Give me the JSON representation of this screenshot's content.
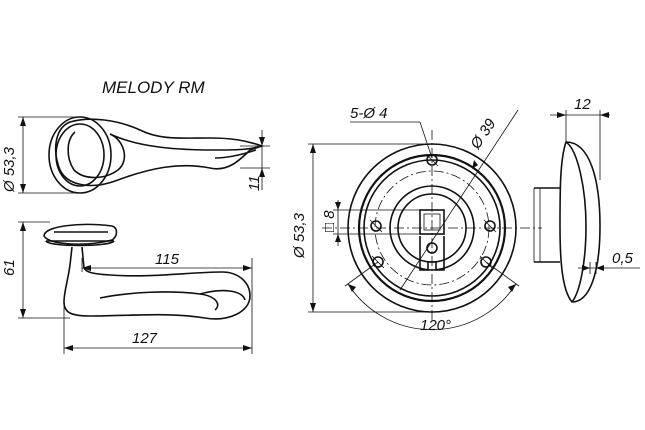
{
  "title": "MELODY RM",
  "dimensions": {
    "rosette_diameter_side": "Ø 53,3",
    "lever_thickness": "11",
    "handle_height": "61",
    "lever_reach": "115",
    "overall_length": "127",
    "screw_holes": "5-Ø 4",
    "bolt_circle": "Ø 39",
    "rosette_diameter_front": "Ø 53,3",
    "spindle_square": "□ 8",
    "hole_angle": "120°",
    "rosette_depth": "12",
    "gap": "0,5"
  }
}
